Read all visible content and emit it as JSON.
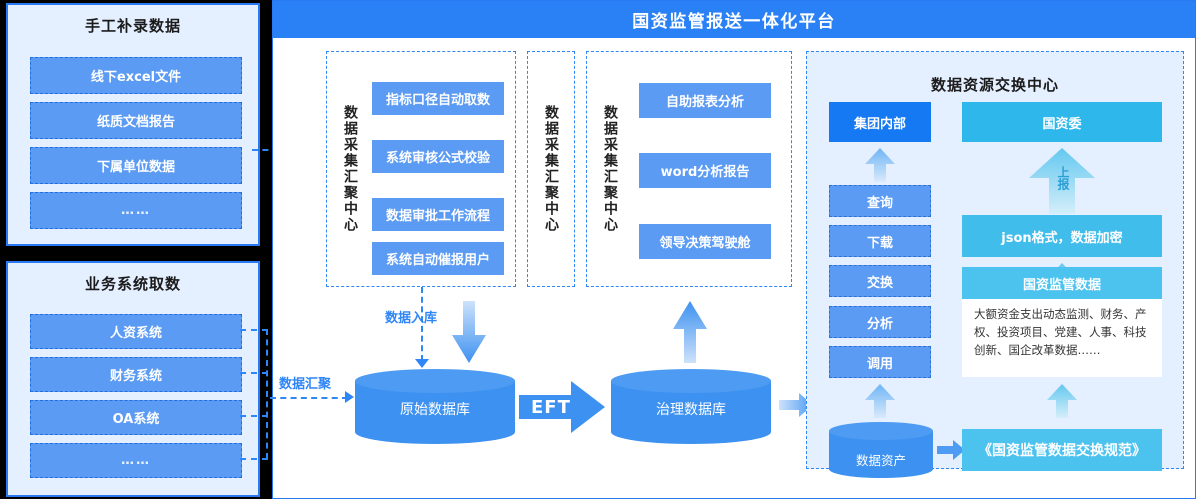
{
  "header": {
    "title": "国资监管报送一体化平台"
  },
  "left_panels": [
    {
      "title": "手工补录数据",
      "items": [
        "线下excel文件",
        "纸质文档报告",
        "下属单位数据",
        "……"
      ]
    },
    {
      "title": "业务系统取数",
      "items": [
        "人资系统",
        "财务系统",
        "OA系统",
        "……"
      ]
    }
  ],
  "columns": [
    {
      "vertical_label": "数据采集汇聚中心",
      "items": [
        "指标口径自动取数",
        "系统审核公式校验",
        "数据审批工作流程",
        "系统自动催报用户"
      ]
    },
    {
      "vertical_label": "数据采集汇聚中心",
      "items": []
    },
    {
      "vertical_label": "数据采集汇聚中心",
      "items": [
        "自助报表分析",
        "word分析报告",
        "领导决策驾驶舱"
      ]
    }
  ],
  "flow": {
    "aggregate_label": "数据汇聚",
    "ingest_label": "数据入库",
    "eft_label": "EFT",
    "raw_db": "原始数据库",
    "governed_db": "治理数据库"
  },
  "exchange": {
    "title": "数据资源交换中心",
    "internal_label": "集团内部",
    "sasac_label": "国资委",
    "report_label": "上报",
    "actions": [
      "查询",
      "下载",
      "交换",
      "分析",
      "调用"
    ],
    "json_label": "json格式，数据加密",
    "supervision_label": "国资监管数据",
    "supervision_desc": "大额资金支出动态监测、财务、产权、投资项目、党建、人事、科技创新、国企改革数据……",
    "asset_db": "数据资产",
    "spec_label": "《国资监管数据交换规范》"
  },
  "colors": {
    "brand_blue": "#2a80f5",
    "box_blue": "#5b9bf3",
    "panel_bg": "#e4efff",
    "cyan": "#2eb7ea",
    "dash_border": "#2f86f6"
  }
}
